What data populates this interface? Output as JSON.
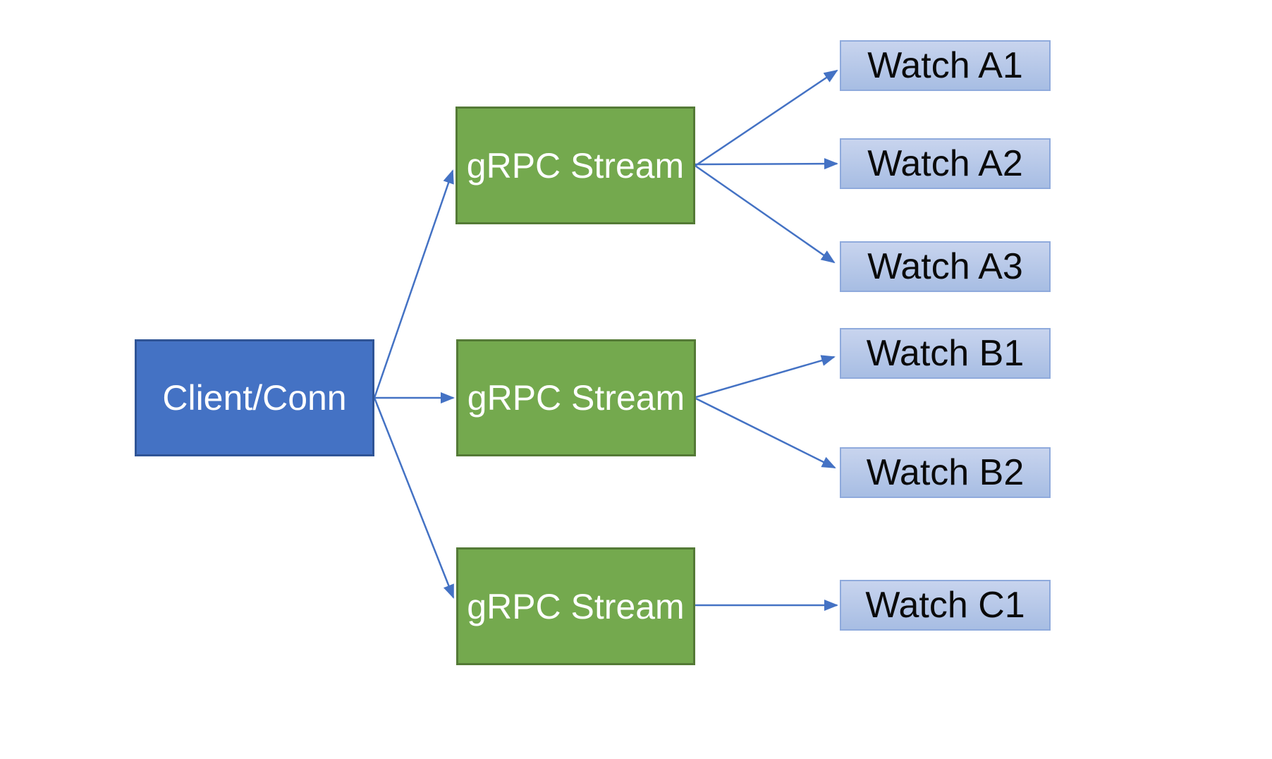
{
  "diagram": {
    "nodes": {
      "client": {
        "label": "Client/Conn",
        "role": "client"
      },
      "stream_a": {
        "label": "gRPC Stream",
        "role": "stream"
      },
      "stream_b": {
        "label": "gRPC Stream",
        "role": "stream"
      },
      "stream_c": {
        "label": "gRPC Stream",
        "role": "stream"
      },
      "watch_a1": {
        "label": "Watch A1",
        "role": "watch"
      },
      "watch_a2": {
        "label": "Watch A2",
        "role": "watch"
      },
      "watch_a3": {
        "label": "Watch A3",
        "role": "watch"
      },
      "watch_b1": {
        "label": "Watch B1",
        "role": "watch"
      },
      "watch_b2": {
        "label": "Watch B2",
        "role": "watch"
      },
      "watch_c1": {
        "label": "Watch C1",
        "role": "watch"
      }
    },
    "edges": [
      {
        "from": "client",
        "to": "stream_a"
      },
      {
        "from": "client",
        "to": "stream_b"
      },
      {
        "from": "client",
        "to": "stream_c"
      },
      {
        "from": "stream_a",
        "to": "watch_a1"
      },
      {
        "from": "stream_a",
        "to": "watch_a2"
      },
      {
        "from": "stream_a",
        "to": "watch_a3"
      },
      {
        "from": "stream_b",
        "to": "watch_b1"
      },
      {
        "from": "stream_b",
        "to": "watch_b2"
      },
      {
        "from": "stream_c",
        "to": "watch_c1"
      }
    ]
  },
  "colors": {
    "client_fill": "#4472C4",
    "client_border": "#2F5496",
    "stream_fill": "#74A94E",
    "stream_border": "#547A36",
    "watch_fill_top": "#C8D4EE",
    "watch_fill_bottom": "#A7BDE3",
    "watch_border": "#8FAADC",
    "arrow": "#4472C4",
    "client_text": "#FFFFFF",
    "stream_text": "#FFFFFF",
    "watch_text": "#0A0A0A",
    "canvas_bg": "#FFFFFF"
  }
}
